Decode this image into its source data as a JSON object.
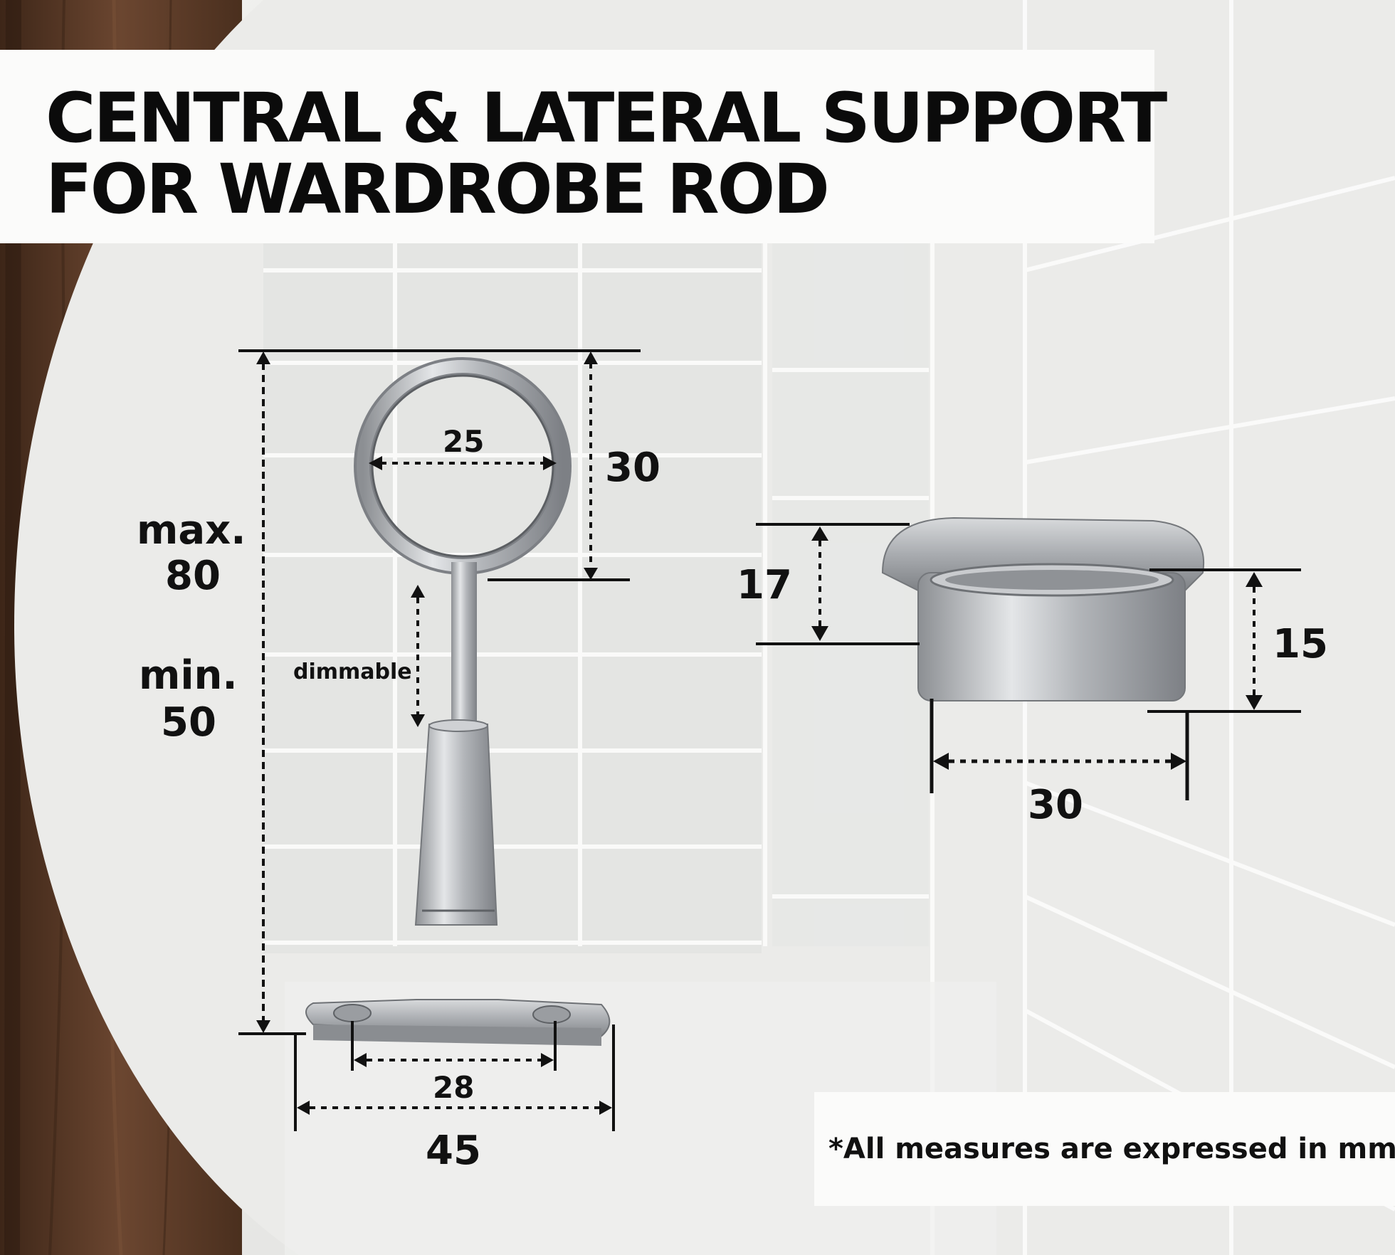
{
  "title": {
    "line1": "CENTRAL & LATERAL SUPPORT",
    "line2": "FOR WARDROBE ROD"
  },
  "central_support": {
    "max_label": "max.",
    "max_value": "80",
    "min_label": "min.",
    "min_value": "50",
    "ring_inner_diameter": "25",
    "ring_outer_height": "30",
    "adjust_label": "dimmable",
    "hole_spacing": "28",
    "base_length": "45"
  },
  "lateral_support": {
    "flange_height": "17",
    "cup_height": "15",
    "cup_width": "30"
  },
  "note": "*All measures are expressed in mm",
  "colors": {
    "background": "#e9e9e7",
    "panel": "#fbfbfa",
    "text": "#111111",
    "wood": "#5a3b28",
    "metal": "#b9bcc0"
  }
}
